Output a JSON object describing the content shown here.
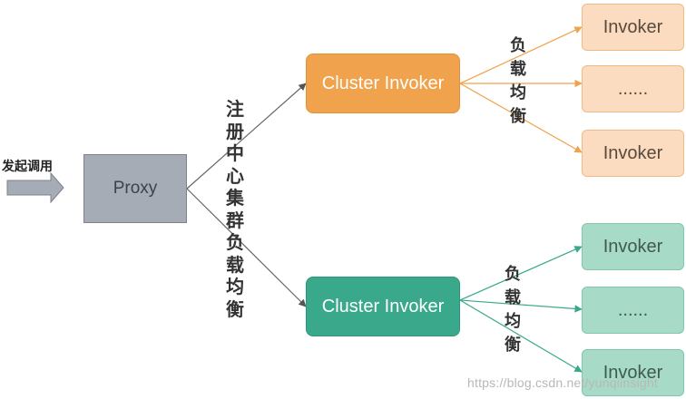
{
  "start": {
    "label": "发起调用"
  },
  "proxy": {
    "label": "Proxy"
  },
  "registry_label": "注册中心集群负载均衡",
  "clusters": {
    "top": {
      "label": "Cluster Invoker",
      "color": "#f0a24c"
    },
    "bottom": {
      "label": "Cluster Invoker",
      "color": "#3aa98b"
    }
  },
  "load_balance_label": "负载均衡",
  "invokers": {
    "top": [
      {
        "label": "Invoker"
      },
      {
        "label": "......"
      },
      {
        "label": "Invoker"
      }
    ],
    "bottom": [
      {
        "label": "Invoker"
      },
      {
        "label": "......"
      },
      {
        "label": "Invoker"
      }
    ]
  },
  "colors": {
    "proxy_fill": "#a6acb6",
    "orange_line": "#f0a24c",
    "teal_line": "#3aa98b",
    "gray_line": "#666666",
    "start_arrow": "#a6acb6"
  },
  "watermark": "https://blog.csdn.net/yunqiinsight"
}
